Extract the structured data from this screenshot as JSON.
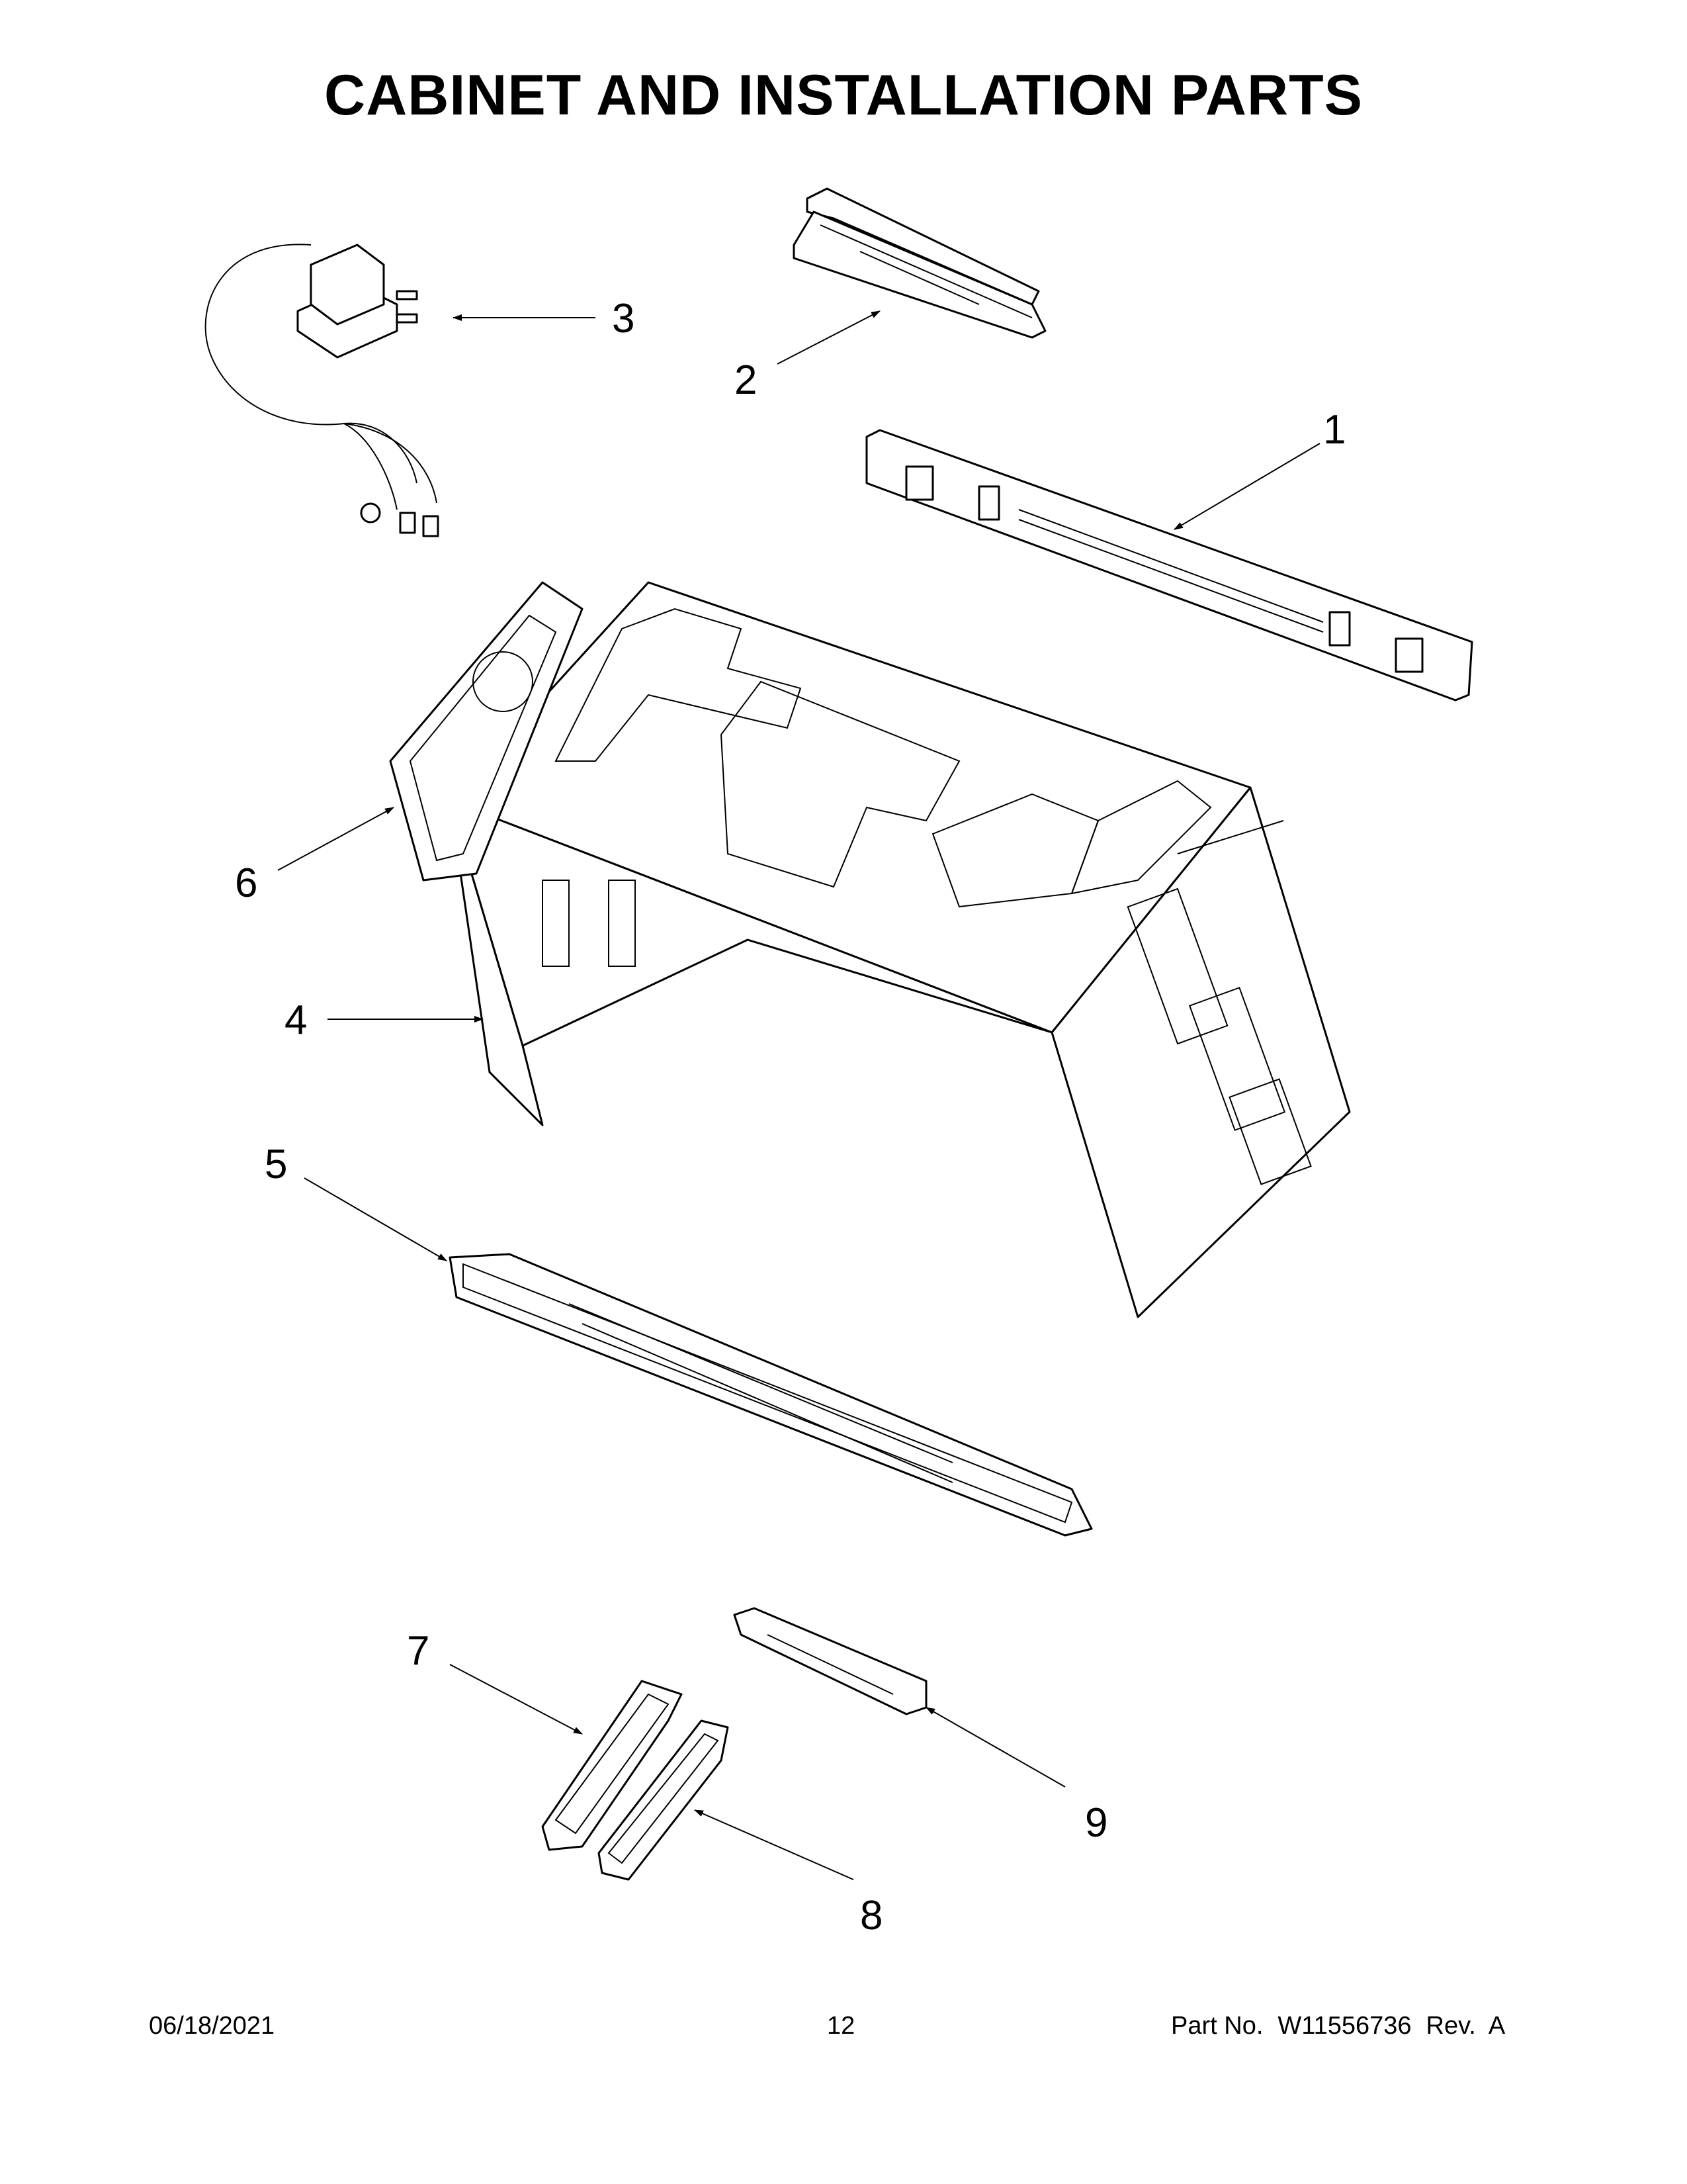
{
  "page": {
    "title": "CABINET AND INSTALLATION PARTS"
  },
  "callouts": {
    "c1": "1",
    "c2": "2",
    "c3": "3",
    "c4": "4",
    "c5": "5",
    "c6": "6",
    "c7": "7",
    "c8": "8",
    "c9": "9"
  },
  "footer": {
    "date": "06/18/2021",
    "page_number": "12",
    "part_label": "Part No.",
    "part_number": "W11556736",
    "revision": "Rev.  A"
  }
}
